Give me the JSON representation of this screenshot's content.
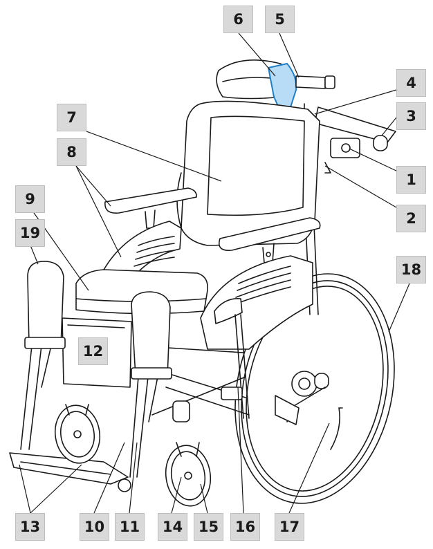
{
  "callouts": [
    {
      "id": "1",
      "label": "1"
    },
    {
      "id": "2",
      "label": "2"
    },
    {
      "id": "3",
      "label": "3"
    },
    {
      "id": "4",
      "label": "4"
    },
    {
      "id": "5",
      "label": "5"
    },
    {
      "id": "6",
      "label": "6"
    },
    {
      "id": "7",
      "label": "7"
    },
    {
      "id": "8",
      "label": "8"
    },
    {
      "id": "9",
      "label": "9"
    },
    {
      "id": "10",
      "label": "10"
    },
    {
      "id": "11",
      "label": "11"
    },
    {
      "id": "12",
      "label": "12"
    },
    {
      "id": "13",
      "label": "13"
    },
    {
      "id": "14",
      "label": "14"
    },
    {
      "id": "15",
      "label": "15"
    },
    {
      "id": "16",
      "label": "16"
    },
    {
      "id": "17",
      "label": "17"
    },
    {
      "id": "18",
      "label": "18"
    },
    {
      "id": "19",
      "label": "19"
    }
  ],
  "colors": {
    "callout_bg": "#d9d9d9",
    "line": "#1a1a1a",
    "highlight": "#1e7fc8"
  }
}
